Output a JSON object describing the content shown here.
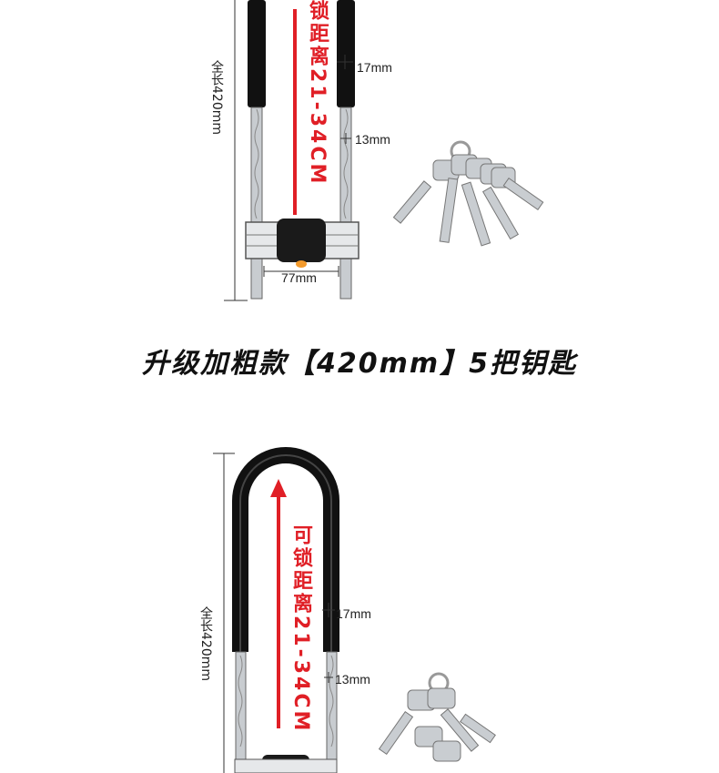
{
  "top_product": {
    "overall_length_label": "全长420mm",
    "lock_distance_label": "锁距离21-34CM",
    "shackle_thickness": "17mm",
    "rod_thickness": "13mm",
    "inner_width": "77mm"
  },
  "headline": "升级加粗款【420mm】5把钥匙",
  "bottom_product": {
    "overall_length_label": "全长420mm",
    "lock_distance_label": "可锁距离21-34CM",
    "shackle_thickness": "17mm",
    "rod_thickness": "13mm"
  },
  "colors": {
    "accent_red": "#e01f26",
    "shackle_black": "#111111",
    "steel": "#c8ccd0"
  }
}
